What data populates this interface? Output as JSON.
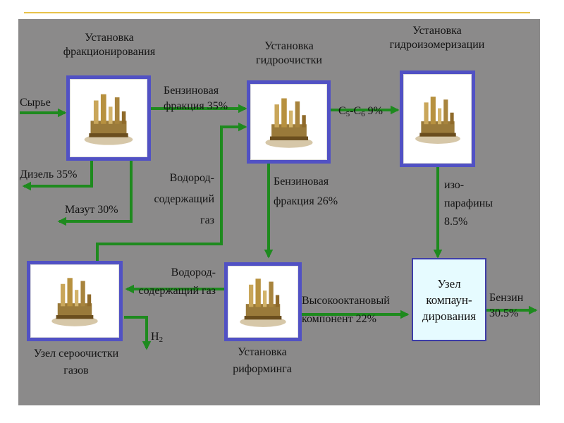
{
  "units": {
    "fractionation": "Установка\nфракционирования",
    "hydrotreating": "Установка\nгидроочистки",
    "hydroisomerization": "Установка\nгидроизомеризации",
    "gas_cleaning": "Узел сероочистки\nгазов",
    "reforming": "Установка\nриформинга",
    "blending": "Узел\nкомпаун-\nдирования"
  },
  "streams": {
    "feed": "Сырье",
    "gasoline_35": "Бензиновая\nфракция 35%",
    "c5c6_prefix": "C",
    "c5c6_sub1": "5",
    "c5c6_mid": "-C",
    "c5c6_sub2": "6",
    "c5c6_suffix": " 9%",
    "diesel": "Дизель 35%",
    "fuel_oil": "Мазут 30%",
    "hydrogen_gas_1": "Водород-\nсодержащий\nгаз",
    "gasoline_26": "Бензиновая\nфракция 26%",
    "isoparaffins": "изо-\nпарафины\n8.5%",
    "hydrogen_gas_2": "Водород-\nсодержащий газ",
    "h2_letter": "H",
    "h2_sub": "2",
    "high_octane": "Высокооктановый\nкомпонент 22%",
    "gasoline_out": "Бензин\n30.5%"
  },
  "colors": {
    "background": "#8b8a8a",
    "arrow": "#1e8a1e",
    "unit_frame": "#5151c4",
    "blend_fill": "#e6fbff",
    "top_rule": "#e8c24a"
  }
}
